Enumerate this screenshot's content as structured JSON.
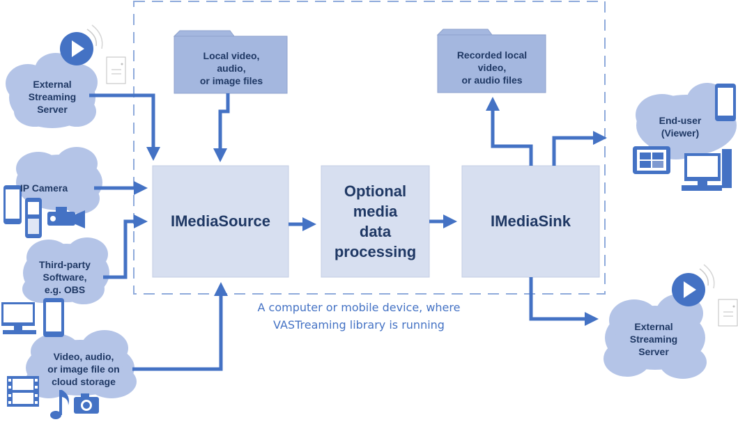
{
  "colors": {
    "arrow": "#4472c4",
    "box": "#d7dff0",
    "cloud": "#b4c4e7",
    "text": "#1f3864",
    "folder": "#a4b7df"
  },
  "sources": {
    "streaming_server": [
      "External",
      "Streaming",
      "Server"
    ],
    "ip_camera": "IP Camera",
    "third_party": [
      "Third-party",
      "Software,",
      "e.g. OBS"
    ],
    "cloud_file": [
      "Video, audio,",
      "or image file on",
      "cloud storage"
    ]
  },
  "local_files": [
    "Local video,",
    "audio,",
    "or image files"
  ],
  "recorded_files": [
    "Recorded local",
    "video,",
    "or audio files"
  ],
  "blocks": {
    "source": "IMediaSource",
    "processing": [
      "Optional",
      "media",
      "data",
      "processing"
    ],
    "sink": "IMediaSink"
  },
  "outputs": {
    "viewer": [
      "End-user",
      "(Viewer)"
    ],
    "streaming_server": [
      "External",
      "Streaming",
      "Server"
    ]
  },
  "caption": [
    "A computer or mobile device, where",
    "VASTreaming library is running"
  ],
  "icons": [
    "play-icon",
    "server-icon",
    "smartphone-icon",
    "mobile-phone-icon",
    "video-camera-icon",
    "desktop-icon",
    "film-strip-icon",
    "music-note-icon",
    "photo-camera-icon",
    "tablet-icon",
    "folder-icon"
  ]
}
